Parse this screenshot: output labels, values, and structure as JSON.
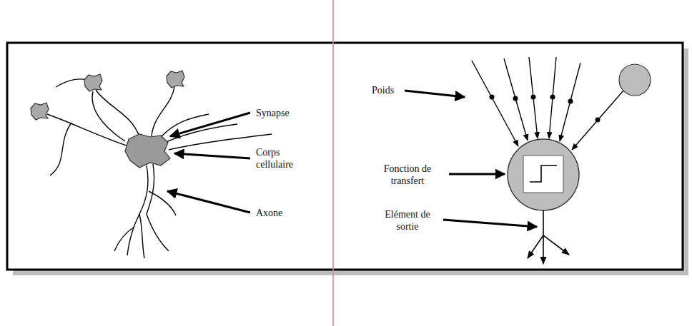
{
  "diagram": {
    "labels": [
      "Synapse",
      "Corps cellulaire",
      "Axone",
      "Poids",
      "Fonction de transfert",
      "Elément de sortie"
    ]
  }
}
